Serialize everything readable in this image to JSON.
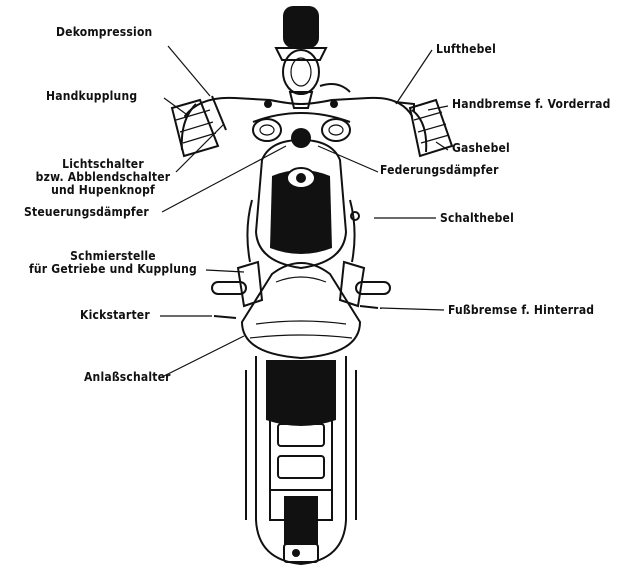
{
  "diagram": {
    "labels": {
      "dekompression": "Dekompression",
      "luftHebel": "Lufthebel",
      "handkupplung": "Handkupplung",
      "handbremse": "Handbremse f. Vorderrad",
      "lichtschalter": [
        "Lichtschalter",
        "bzw. Abblendschalter",
        "und Hupenknopf"
      ],
      "gashebel": "Gashebel",
      "federungsdaempfer": "Federungsdämpfer",
      "steuerungsdaempfer": "Steuerungsdämpfer",
      "schalthebel": "Schalthebel",
      "schmierstelle": [
        "Schmierstelle",
        "für Getriebe und Kupplung"
      ],
      "kickstarter": "Kickstarter",
      "fussbremse": "Fußbremse f. Hinterrad",
      "anlassschalter": "Anlaßschalter"
    }
  }
}
